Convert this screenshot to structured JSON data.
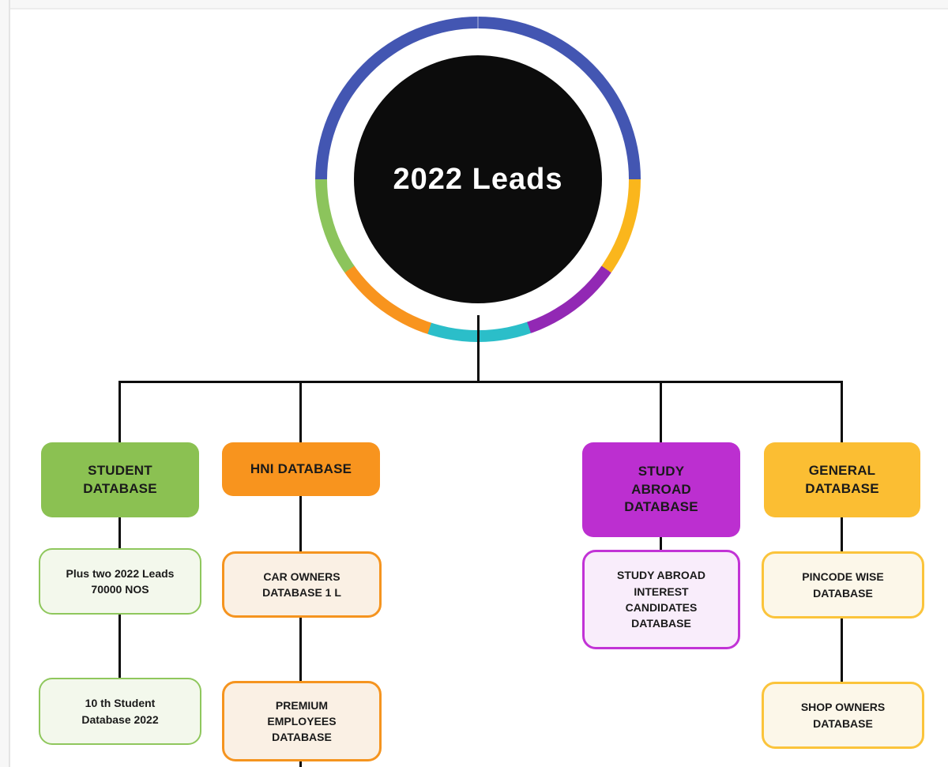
{
  "diagram": {
    "type": "mind-map",
    "background": "#ffffff",
    "connector_color": "#0d0d0d",
    "canvas_edge_color": "#e4e4e4"
  },
  "root": {
    "label": "2022 Leads",
    "fill": "#0c0c0c",
    "text_color": "#ffffff",
    "ring_segments": [
      {
        "name": "blue",
        "color": "#4356B2"
      },
      {
        "name": "yellow",
        "color": "#FAB61C"
      },
      {
        "name": "purple",
        "color": "#9228B4"
      },
      {
        "name": "teal",
        "color": "#2BBEC9"
      },
      {
        "name": "orange",
        "color": "#F8941E"
      },
      {
        "name": "green",
        "color": "#8CC45C"
      }
    ]
  },
  "branches": [
    {
      "id": "student-database",
      "title": "STUDENT\nDATABASE",
      "color": "#8BC152",
      "children": [
        {
          "label": "Plus two 2022 Leads\n70000 NOS"
        },
        {
          "label": "10 th Student\nDatabase 2022"
        }
      ]
    },
    {
      "id": "hni-database",
      "title": "HNI DATABASE",
      "color": "#F8941E",
      "children": [
        {
          "label": "CAR OWNERS\nDATABASE 1 L"
        },
        {
          "label": "PREMIUM\nEMPLOYEES\nDATABASE"
        }
      ]
    },
    {
      "id": "study-abroad-database",
      "title": "STUDY\nABROAD\nDATABASE",
      "color": "#BC2FD0",
      "children": [
        {
          "label": "STUDY ABROAD\nINTEREST\nCANDIDATES\nDATABASE"
        }
      ]
    },
    {
      "id": "general-database",
      "title": "GENERAL\nDATABASE",
      "color": "#FBBE33",
      "children": [
        {
          "label": "PINCODE WISE\nDATABASE"
        },
        {
          "label": "SHOP OWNERS\nDATABASE"
        }
      ]
    }
  ]
}
